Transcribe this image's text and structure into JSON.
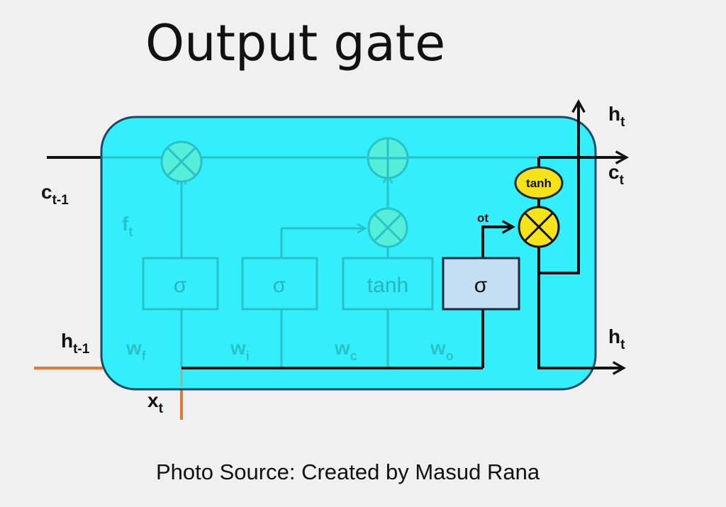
{
  "title": "Output gate",
  "caption": "Photo Source: Created by Masud Rana",
  "colors": {
    "background": "#f0f0f0",
    "cell_fill": "#33eefb",
    "cell_border": "#1a4a66",
    "highlight_op": "#f5e31a",
    "output_box": "#c4def3",
    "input_line": "#e07a35",
    "line": "#111111"
  },
  "labels": {
    "c_prev": {
      "main": "c",
      "sub": "t-1"
    },
    "h_prev": {
      "main": "h",
      "sub": "t-1"
    },
    "x_t": {
      "main": "x",
      "sub": "t"
    },
    "f_t": {
      "main": "f",
      "sub": "t"
    },
    "h_out_top": {
      "main": "h",
      "sub": "t"
    },
    "c_out": {
      "main": "c",
      "sub": "t"
    },
    "h_out_right": {
      "main": "h",
      "sub": "t"
    },
    "w_f": {
      "main": "w",
      "sub": "f"
    },
    "w_i": {
      "main": "w",
      "sub": "i"
    },
    "w_c": {
      "main": "w",
      "sub": "c"
    },
    "w_o": {
      "main": "w",
      "sub": "o"
    },
    "ot": "ot"
  },
  "gates": {
    "forget": "σ",
    "input": "σ",
    "candidate": "tanh",
    "output": "σ",
    "cell_tanh": "tanh"
  },
  "operators": {
    "multiply_icon": "circle-times",
    "add_icon": "circle-plus"
  }
}
